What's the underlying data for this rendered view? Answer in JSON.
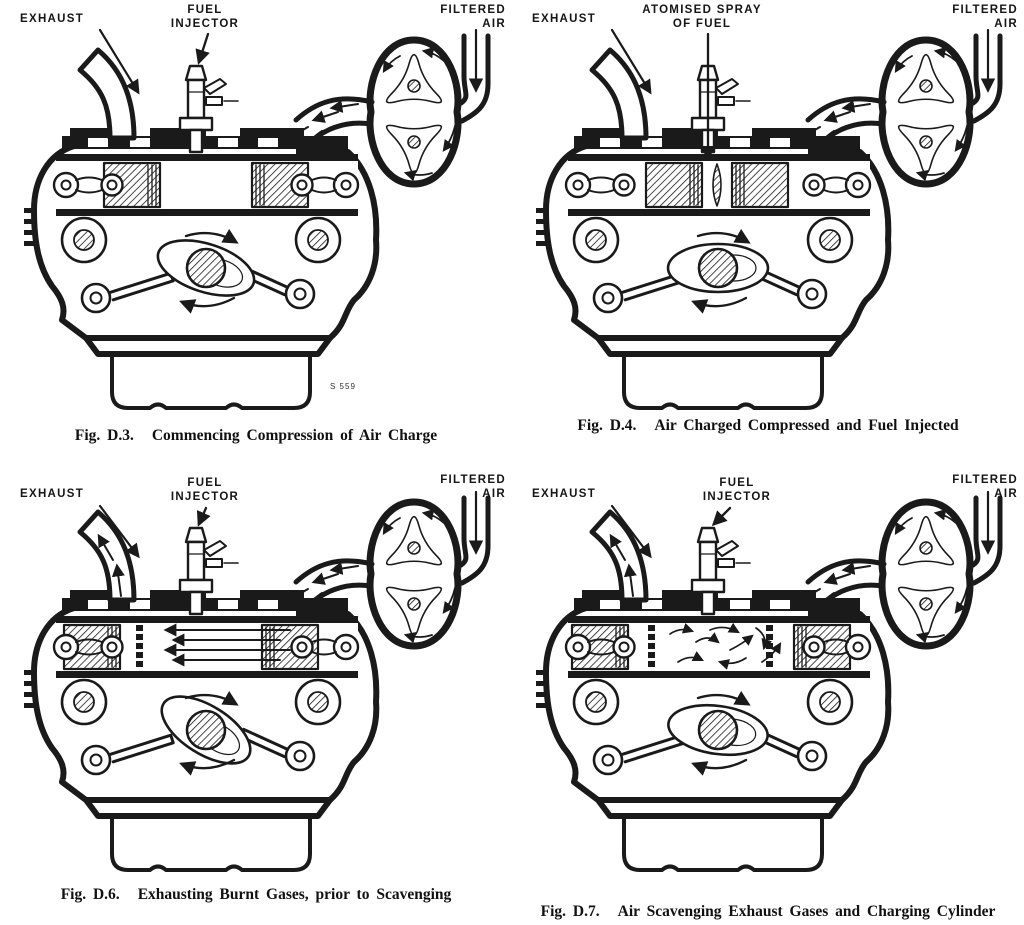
{
  "page": {
    "type": "scanned-manual-diagram-page",
    "background": "#ffffff",
    "ink": "#1a1a1a",
    "description": "Four cross-section diagrams of an opposed-piston two-stroke diesel engine with Roots blower, showing the working cycle"
  },
  "figures": [
    {
      "id": "d3",
      "fig_label": "Fig. D.3.",
      "title": "Commencing Compression of Air Charge",
      "labels": {
        "exhaust": "EXHAUST",
        "top": "FUEL\nINJECTOR",
        "air": "FILTERED\nAIR"
      },
      "plate": "S 559"
    },
    {
      "id": "d4",
      "fig_label": "Fig. D.4.",
      "title": "Air Charged Compressed and Fuel Injected",
      "labels": {
        "exhaust": "EXHAUST",
        "top": "ATOMISED SPRAY\nOF FUEL",
        "air": "FILTERED\nAIR"
      }
    },
    {
      "id": "d6",
      "fig_label": "Fig. D.6.",
      "title": "Exhausting Burnt Gases, prior to Scavenging",
      "labels": {
        "exhaust": "EXHAUST",
        "top": "FUEL\nINJECTOR",
        "air": "FILTERED\nAIR"
      }
    },
    {
      "id": "d7",
      "fig_label": "Fig. D.7.",
      "title": "Air Scavenging Exhaust Gases and Charging Cylinder",
      "labels": {
        "exhaust": "EXHAUST",
        "top": "FUEL\nINJECTOR",
        "air": "FILTERED\nAIR"
      }
    }
  ]
}
